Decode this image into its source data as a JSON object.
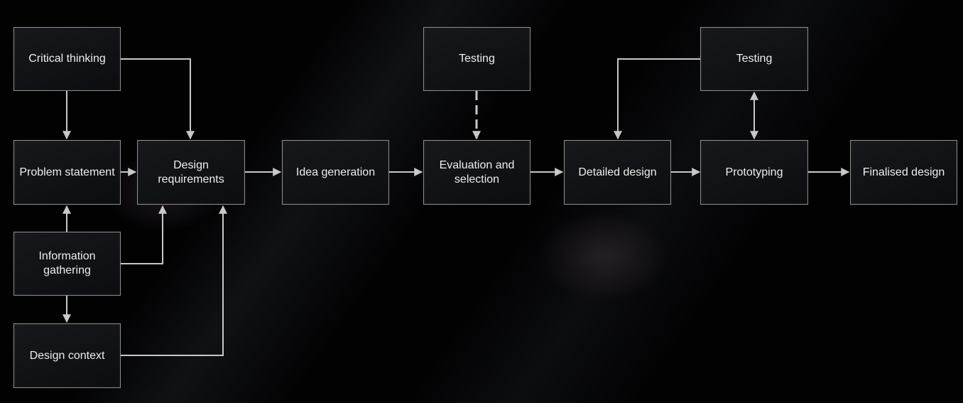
{
  "diagram": {
    "nodes": {
      "critical_thinking": "Critical thinking",
      "problem_statement": "Problem statement",
      "design_requirements": "Design requirements",
      "information_gathering": "Information gathering",
      "design_context": "Design context",
      "idea_generation": "Idea generation",
      "testing_1": "Testing",
      "evaluation_and_selection": "Evaluation and selection",
      "detailed_design": "Detailed design",
      "testing_2": "Testing",
      "prototyping": "Prototyping",
      "finalised_design": "Finalised design"
    },
    "connector_color": "#c8c8c8",
    "edges": [
      {
        "from": "critical_thinking",
        "to": "problem_statement",
        "style": "solid"
      },
      {
        "from": "critical_thinking",
        "to": "design_requirements",
        "style": "solid"
      },
      {
        "from": "problem_statement",
        "to": "design_requirements",
        "style": "solid"
      },
      {
        "from": "information_gathering",
        "to": "problem_statement",
        "style": "solid"
      },
      {
        "from": "information_gathering",
        "to": "design_requirements",
        "style": "solid"
      },
      {
        "from": "information_gathering",
        "to": "design_context",
        "style": "solid"
      },
      {
        "from": "design_context",
        "to": "design_requirements",
        "style": "solid"
      },
      {
        "from": "design_requirements",
        "to": "idea_generation",
        "style": "solid"
      },
      {
        "from": "idea_generation",
        "to": "evaluation_and_selection",
        "style": "solid"
      },
      {
        "from": "testing_1",
        "to": "evaluation_and_selection",
        "style": "dashed"
      },
      {
        "from": "evaluation_and_selection",
        "to": "detailed_design",
        "style": "solid"
      },
      {
        "from": "detailed_design",
        "to": "prototyping",
        "style": "solid"
      },
      {
        "from": "testing_2",
        "to": "detailed_design",
        "style": "solid"
      },
      {
        "from": "prototyping",
        "to": "testing_2",
        "style": "bidirectional"
      },
      {
        "from": "prototyping",
        "to": "finalised_design",
        "style": "solid"
      }
    ]
  }
}
